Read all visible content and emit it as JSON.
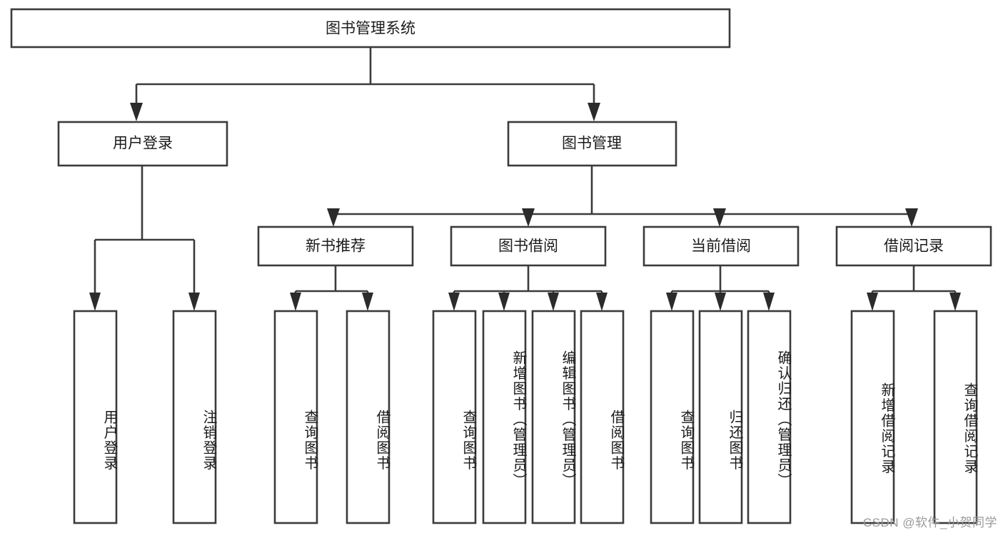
{
  "diagram": {
    "type": "tree-hierarchy-diagram",
    "title": "图书管理系统",
    "orientation": "top-down",
    "background_color": "#ffffff",
    "line_color": "#3b3b3b",
    "text_color": "#1b1b1b",
    "root": {
      "label": "图书管理系统",
      "level": 1
    },
    "level2": [
      {
        "label": "用户登录"
      },
      {
        "label": "图书管理"
      }
    ],
    "level3": [
      {
        "label": "新书推荐"
      },
      {
        "label": "图书借阅"
      },
      {
        "label": "当前借阅"
      },
      {
        "label": "借阅记录"
      }
    ],
    "leaves": {
      "user_login": [
        {
          "label": "用户登录"
        },
        {
          "label": "注销登录"
        }
      ],
      "new_book_recommend": [
        {
          "label": "查询图书"
        },
        {
          "label": "借阅图书"
        }
      ],
      "book_borrow": [
        {
          "label": "查询图书"
        },
        {
          "label": "新增图书（管理员）"
        },
        {
          "label": "编辑图书（管理员）"
        },
        {
          "label": "借阅图书"
        }
      ],
      "current_borrow": [
        {
          "label": "查询图书"
        },
        {
          "label": "归还图书"
        },
        {
          "label": "确认归还（管理员）"
        }
      ],
      "borrow_record": [
        {
          "label": "新增借阅记录"
        },
        {
          "label": "查询借阅记录"
        }
      ]
    }
  },
  "watermark": {
    "text": "CSDN @软件_小贺同学"
  }
}
